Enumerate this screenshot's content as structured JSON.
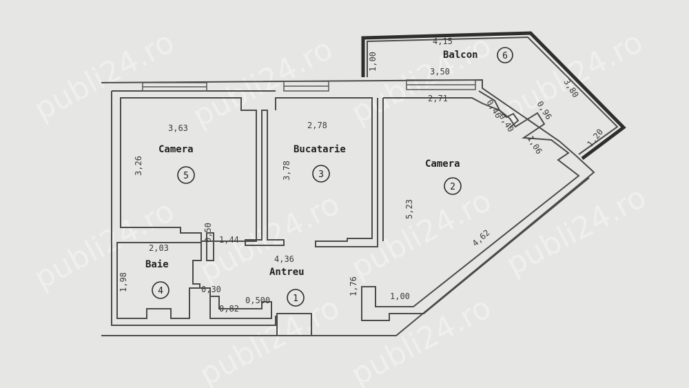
{
  "rooms": [
    {
      "id": "antreu",
      "name": "Antreu",
      "number": "1"
    },
    {
      "id": "camera-2",
      "name": "Camera",
      "number": "2"
    },
    {
      "id": "bucatarie",
      "name": "Bucatarie",
      "number": "3"
    },
    {
      "id": "baie",
      "name": "Baie",
      "number": "4"
    },
    {
      "id": "camera-5",
      "name": "Camera",
      "number": "5"
    },
    {
      "id": "balcon",
      "name": "Balcon",
      "number": "6"
    }
  ],
  "dimensions": {
    "camera5_width": "3,63",
    "camera5_height": "3,26",
    "bucatarie_width": "2,78",
    "bucatarie_height": "3,78",
    "camera2_top_outer": "3,50",
    "camera2_top_inner": "2,71",
    "camera2_left": "5,23",
    "camera2_diag": "4,62",
    "camera2_step": "1,06",
    "camera2_small_a": "0,46",
    "camera2_small_b": "0,40",
    "camera2_small_c": "0,96",
    "balcon_top": "4,15",
    "balcon_left": "1,00",
    "balcon_diag": "3,80",
    "balcon_right": "1,20",
    "corridor_1": "1,44",
    "corridor_2": "0,50",
    "antreu_width": "4,36",
    "antreu_left": "1,76",
    "antreu_bottom": "1,00",
    "baie_width": "2,03",
    "baie_height": "1,98",
    "baie_nook_1": "0,30",
    "baie_nook_2": "0,82",
    "baie_nook_3": "0,500"
  },
  "watermark": "publi24.ro"
}
